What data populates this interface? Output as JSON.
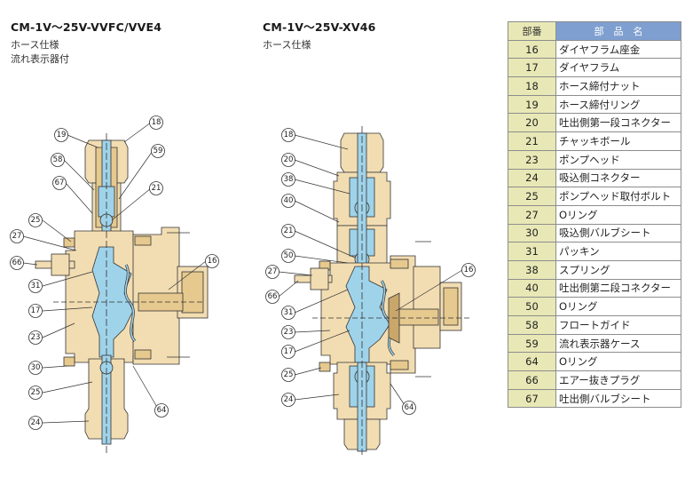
{
  "left": {
    "title": "CM-1V～25V-VVFC/VVE4",
    "subtitle1": "ホース仕様",
    "subtitle2": "流れ表示器付",
    "callouts": [
      "19",
      "18",
      "58",
      "59",
      "67",
      "21",
      "25",
      "27",
      "66",
      "16",
      "31",
      "17",
      "23",
      "30",
      "25",
      "24",
      "64"
    ]
  },
  "right": {
    "title": "CM-1V～25V-XV46",
    "subtitle1": "ホース仕様",
    "callouts": [
      "18",
      "20",
      "38",
      "40",
      "21",
      "50",
      "27",
      "66",
      "16",
      "31",
      "23",
      "17",
      "25",
      "24",
      "64"
    ]
  },
  "table": {
    "header_no": "部番",
    "header_name": "部　品　名",
    "rows": [
      {
        "no": "16",
        "name": "ダイヤフラム座金"
      },
      {
        "no": "17",
        "name": "ダイヤフラム"
      },
      {
        "no": "18",
        "name": "ホース締付ナット"
      },
      {
        "no": "19",
        "name": "ホース締付リング"
      },
      {
        "no": "20",
        "name": "吐出側第一段コネクター"
      },
      {
        "no": "21",
        "name": "チャッキボール"
      },
      {
        "no": "23",
        "name": "ポンプヘッド"
      },
      {
        "no": "24",
        "name": "吸込側コネクター"
      },
      {
        "no": "25",
        "name": "ポンプヘッド取付ボルト"
      },
      {
        "no": "27",
        "name": "Oリング"
      },
      {
        "no": "30",
        "name": "吸込側バルブシート"
      },
      {
        "no": "31",
        "name": "パッキン"
      },
      {
        "no": "38",
        "name": "スプリング"
      },
      {
        "no": "40",
        "name": "吐出側第二段コネクター"
      },
      {
        "no": "50",
        "name": "Oリング"
      },
      {
        "no": "58",
        "name": "フロートガイド"
      },
      {
        "no": "59",
        "name": "流れ表示器ケース"
      },
      {
        "no": "64",
        "name": "Oリング"
      },
      {
        "no": "66",
        "name": "エアー抜きプラグ"
      },
      {
        "no": "67",
        "name": "吐出側バルブシート"
      }
    ]
  },
  "colors": {
    "body_fill": "#f2ddb2",
    "fluid_fill": "#9fd3ea",
    "outline": "#333333",
    "table_header_name": "#7f9fd0",
    "table_no_col": "#e8e8b6"
  }
}
